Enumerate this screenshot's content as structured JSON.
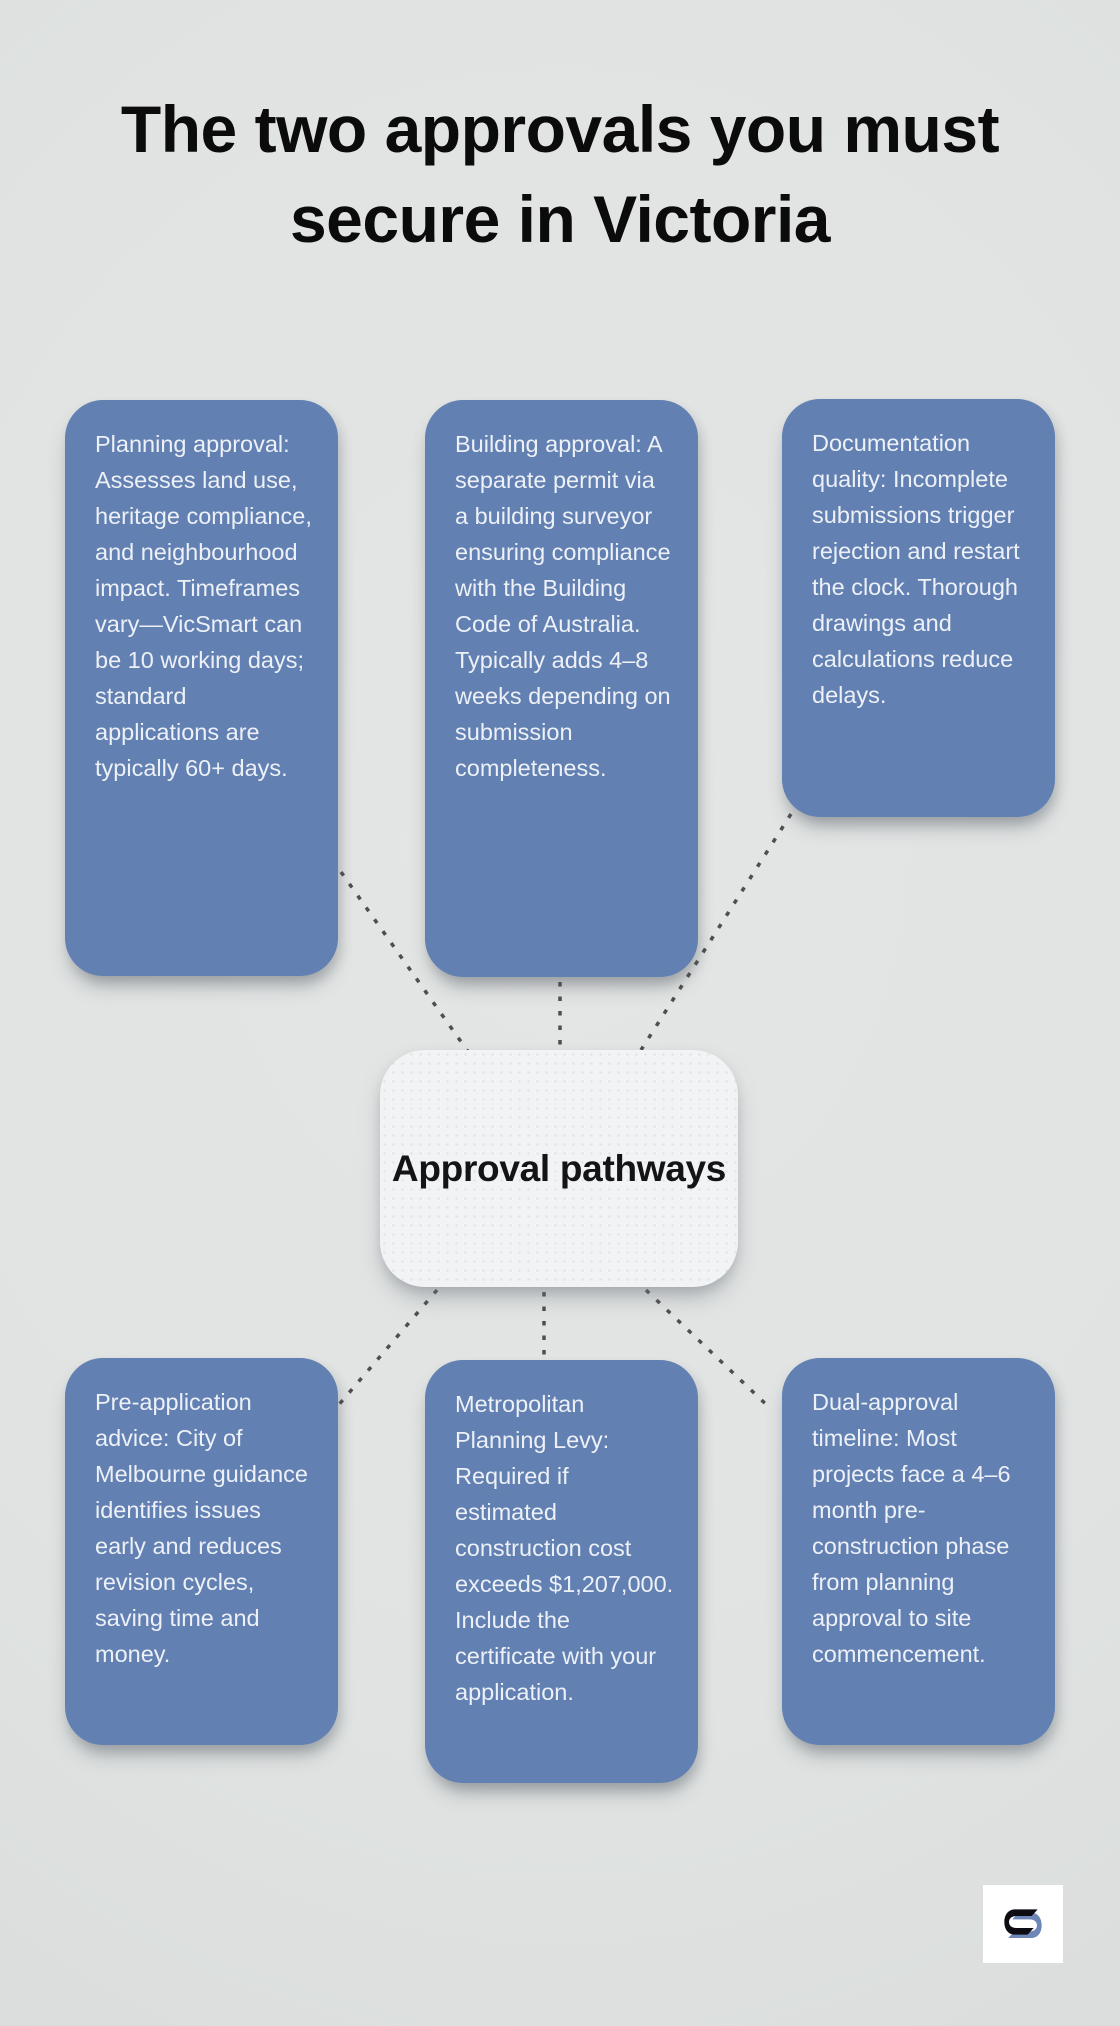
{
  "title": "The two approvals you must secure in Victoria",
  "center_node": {
    "label": "Approval pathways"
  },
  "cards": [
    {
      "id": "planning-approval",
      "text": "Planning approval: Assesses land use, heritage compliance, and neighbourhood impact. Timeframes vary—VicSmart can be 10 working days; standard applications are typically 60+ days."
    },
    {
      "id": "building-approval",
      "text": "Building approval: A separate permit via a building surveyor ensuring compliance with the Building Code of Australia. Typically adds 4–8 weeks depending on submission completeness."
    },
    {
      "id": "documentation-quality",
      "text": "Documentation quality: Incomplete submissions trigger rejection and restart the clock. Thorough drawings and calculations reduce delays."
    },
    {
      "id": "pre-application-advice",
      "text": "Pre-application advice: City of Melbourne guidance identifies issues early and reduces revision cycles, saving time and money."
    },
    {
      "id": "metropolitan-planning-levy",
      "text": "Metropolitan Planning Levy: Required if estimated construction cost exceeds $1,207,000. Include the certificate with your application."
    },
    {
      "id": "dual-approval-timeline",
      "text": "Dual-approval timeline: Most projects face a 4–6 month pre-construction phase from planning approval to site commencement."
    }
  ],
  "colors": {
    "background": "#e0e3e2",
    "card_blue": "#6280b2",
    "card_text": "#edf1f7",
    "node_background": "#f2f3f5",
    "dash_line": "#4e4e4e",
    "title_text": "#0b0b0c",
    "logo_black": "#0c0c12",
    "logo_blue": "#6d87b8"
  },
  "logo": {
    "name": "brand-logo",
    "glyph": "interlocked-s-monogram"
  }
}
